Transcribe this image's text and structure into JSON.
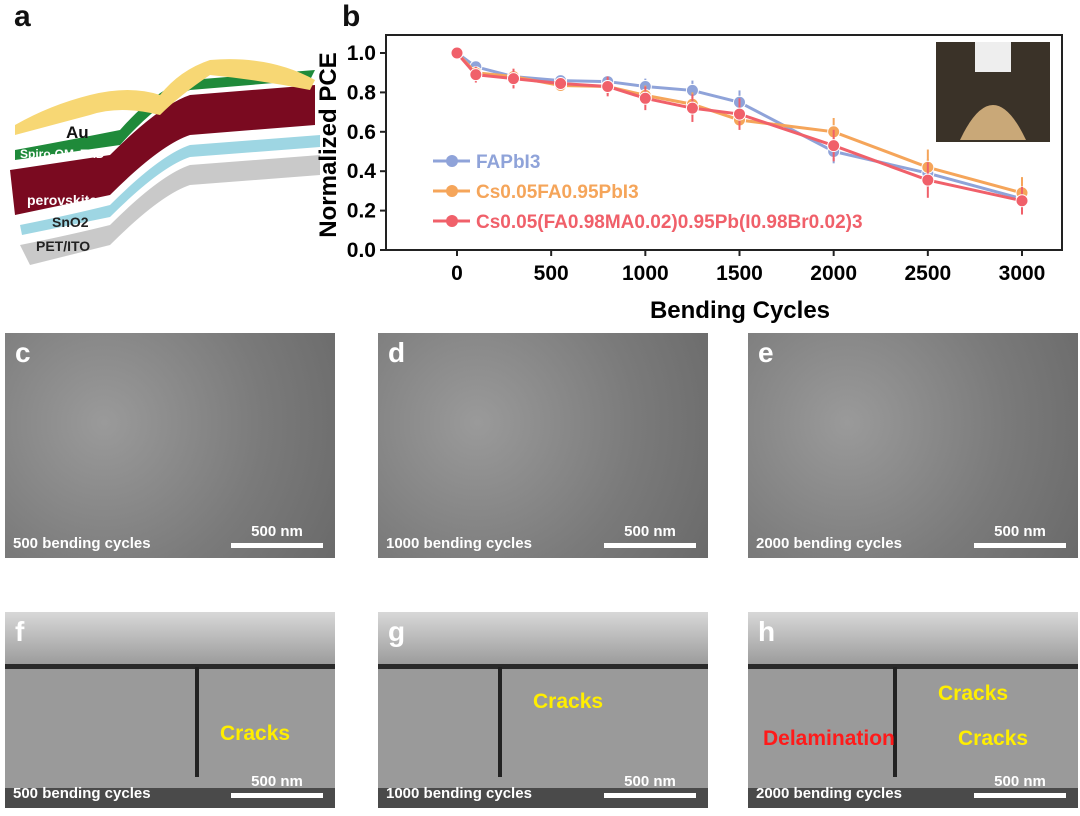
{
  "panels": {
    "a": "a",
    "b": "b",
    "c": "c",
    "d": "d",
    "e": "e",
    "f": "f",
    "g": "g",
    "h": "h"
  },
  "layers": [
    "Au",
    "Spiro-OMeTAD",
    "perovskite",
    "SnO2",
    "PET/ITO"
  ],
  "chart_data": {
    "type": "line",
    "xlabel": "Bending Cycles",
    "ylabel": "Normalized PCE",
    "xlim": [
      -300,
      3150
    ],
    "ylim": [
      0,
      1.07
    ],
    "xticks": [
      0,
      500,
      1000,
      1500,
      2000,
      2500,
      3000
    ],
    "yticks": [
      "0.0",
      "0.2",
      "0.4",
      "0.6",
      "0.8",
      "1.0"
    ],
    "x": [
      0,
      100,
      300,
      550,
      800,
      1000,
      1250,
      1500,
      2000,
      2500,
      3000
    ],
    "legend_position": "bottom-left",
    "series": [
      {
        "name": "FAPbI3",
        "color": "#8fa3d9",
        "values": [
          1.0,
          0.93,
          0.88,
          0.86,
          0.855,
          0.83,
          0.81,
          0.75,
          0.5,
          0.39,
          0.26
        ],
        "err": [
          0.02,
          0.03,
          0.03,
          0.03,
          0.03,
          0.04,
          0.05,
          0.06,
          0.06,
          0.07,
          0.06
        ]
      },
      {
        "name": "Cs0.05FA0.95PbI3",
        "color": "#f5a55a",
        "values": [
          1.0,
          0.9,
          0.88,
          0.835,
          0.83,
          0.785,
          0.74,
          0.66,
          0.6,
          0.42,
          0.29
        ],
        "err": [
          0.02,
          0.03,
          0.04,
          0.03,
          0.04,
          0.05,
          0.06,
          0.05,
          0.07,
          0.09,
          0.08
        ]
      },
      {
        "name": "Cs0.05(FA0.98MA0.02)0.95Pb(I0.98Br0.02)3",
        "color": "#f0606a",
        "values": [
          1.0,
          0.89,
          0.87,
          0.845,
          0.83,
          0.77,
          0.72,
          0.69,
          0.53,
          0.355,
          0.25
        ],
        "err": [
          0.02,
          0.04,
          0.05,
          0.03,
          0.05,
          0.06,
          0.07,
          0.08,
          0.08,
          0.09,
          0.07
        ]
      }
    ]
  },
  "sem": [
    {
      "caption": "500 bending cycles",
      "scale": "500 nm"
    },
    {
      "caption": "1000 bending cycles",
      "scale": "500 nm"
    },
    {
      "caption": "2000 bending cycles",
      "scale": "500 nm"
    }
  ],
  "xsec": [
    {
      "caption": "500 bending cycles",
      "scale": "500 nm",
      "notes": [
        "Cracks"
      ]
    },
    {
      "caption": "1000 bending cycles",
      "scale": "500 nm",
      "notes": [
        "Cracks"
      ]
    },
    {
      "caption": "2000 bending cycles",
      "scale": "500 nm",
      "notes": [
        "Cracks",
        "Cracks",
        "Delamination"
      ]
    }
  ]
}
